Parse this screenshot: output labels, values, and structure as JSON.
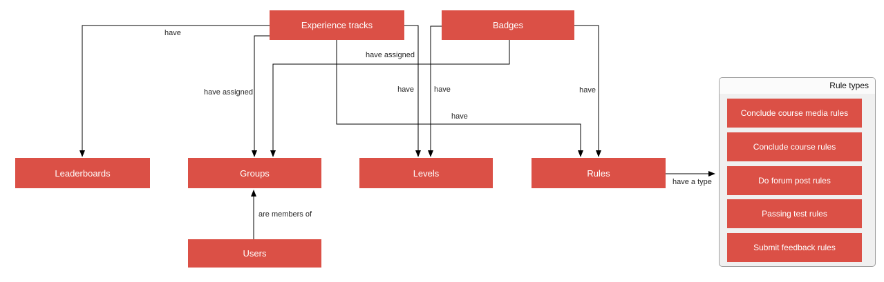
{
  "diagram": {
    "nodes": {
      "experience_tracks": {
        "label": "Experience tracks"
      },
      "badges": {
        "label": "Badges"
      },
      "leaderboards": {
        "label": "Leaderboards"
      },
      "groups": {
        "label": "Groups"
      },
      "levels": {
        "label": "Levels"
      },
      "rules": {
        "label": "Rules"
      },
      "users": {
        "label": "Users"
      }
    },
    "edges": {
      "experience_tracks_leaderboards": {
        "label": "have"
      },
      "experience_tracks_groups": {
        "label": "have assigned"
      },
      "experience_tracks_levels": {
        "label": "have"
      },
      "experience_tracks_rules": {
        "label": "have"
      },
      "badges_groups": {
        "label": "have assigned"
      },
      "badges_levels": {
        "label": "have"
      },
      "badges_rules": {
        "label": "have"
      },
      "users_groups": {
        "label": "are members of"
      },
      "rules_rule_types": {
        "label": "have a type"
      }
    },
    "rule_types_panel": {
      "title": "Rule types",
      "items": [
        "Conclude course media rules",
        "Conclude course rules",
        "Do forum post rules",
        "Passing test rules",
        "Submit feedback rules"
      ]
    },
    "colors": {
      "node_fill": "#DB5046",
      "node_text": "#FFFFFF",
      "edge_line": "#000000",
      "panel_body": "#F0F0F0",
      "panel_header": "#FBFBFB",
      "panel_border": "#9E9E9E"
    }
  }
}
